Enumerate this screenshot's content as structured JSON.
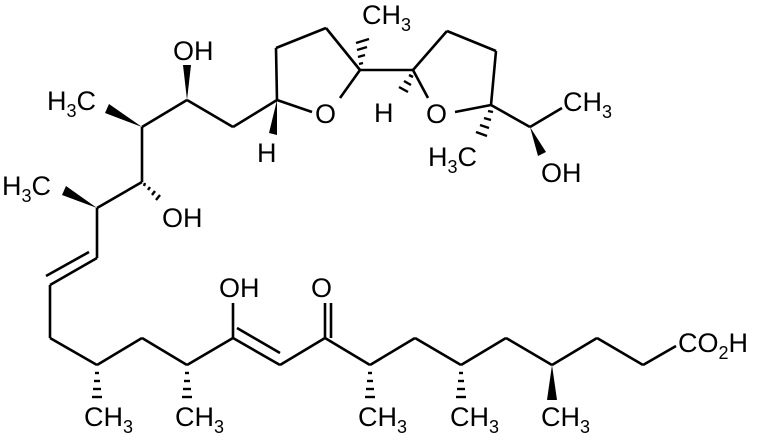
{
  "diagram": {
    "type": "chemical-structure",
    "background": "#ffffff",
    "ink_color": "#000000",
    "labels": {
      "oh_top": {
        "main": "OH"
      },
      "h3c_upper": {
        "main": "H",
        "sub": "3",
        "tail": "C"
      },
      "h_ring1": {
        "main": "H"
      },
      "o_ring1": {
        "main": "O"
      },
      "ch3_top": {
        "main": "CH",
        "sub": "3"
      },
      "h_ring2": {
        "main": "H"
      },
      "o_ring2": {
        "main": "O"
      },
      "ch3_right": {
        "main": "CH",
        "sub": "3"
      },
      "h3c_ring2": {
        "main": "H",
        "sub": "3",
        "tail": "C"
      },
      "oh_right": {
        "main": "OH"
      },
      "h3c_left": {
        "main": "H",
        "sub": "3",
        "tail": "C"
      },
      "oh_mid": {
        "main": "OH"
      },
      "oh_enol": {
        "main": "OH"
      },
      "o_ketone": {
        "main": "O"
      },
      "ch3_b1": {
        "main": "CH",
        "sub": "3"
      },
      "ch3_b2": {
        "main": "CH",
        "sub": "3"
      },
      "ch3_b3": {
        "main": "CH",
        "sub": "3"
      },
      "ch3_b4": {
        "main": "CH",
        "sub": "3"
      },
      "ch3_b5": {
        "main": "CH",
        "sub": "3"
      },
      "co2h": {
        "main": "CO",
        "sub": "2",
        "tail": "H"
      }
    }
  }
}
